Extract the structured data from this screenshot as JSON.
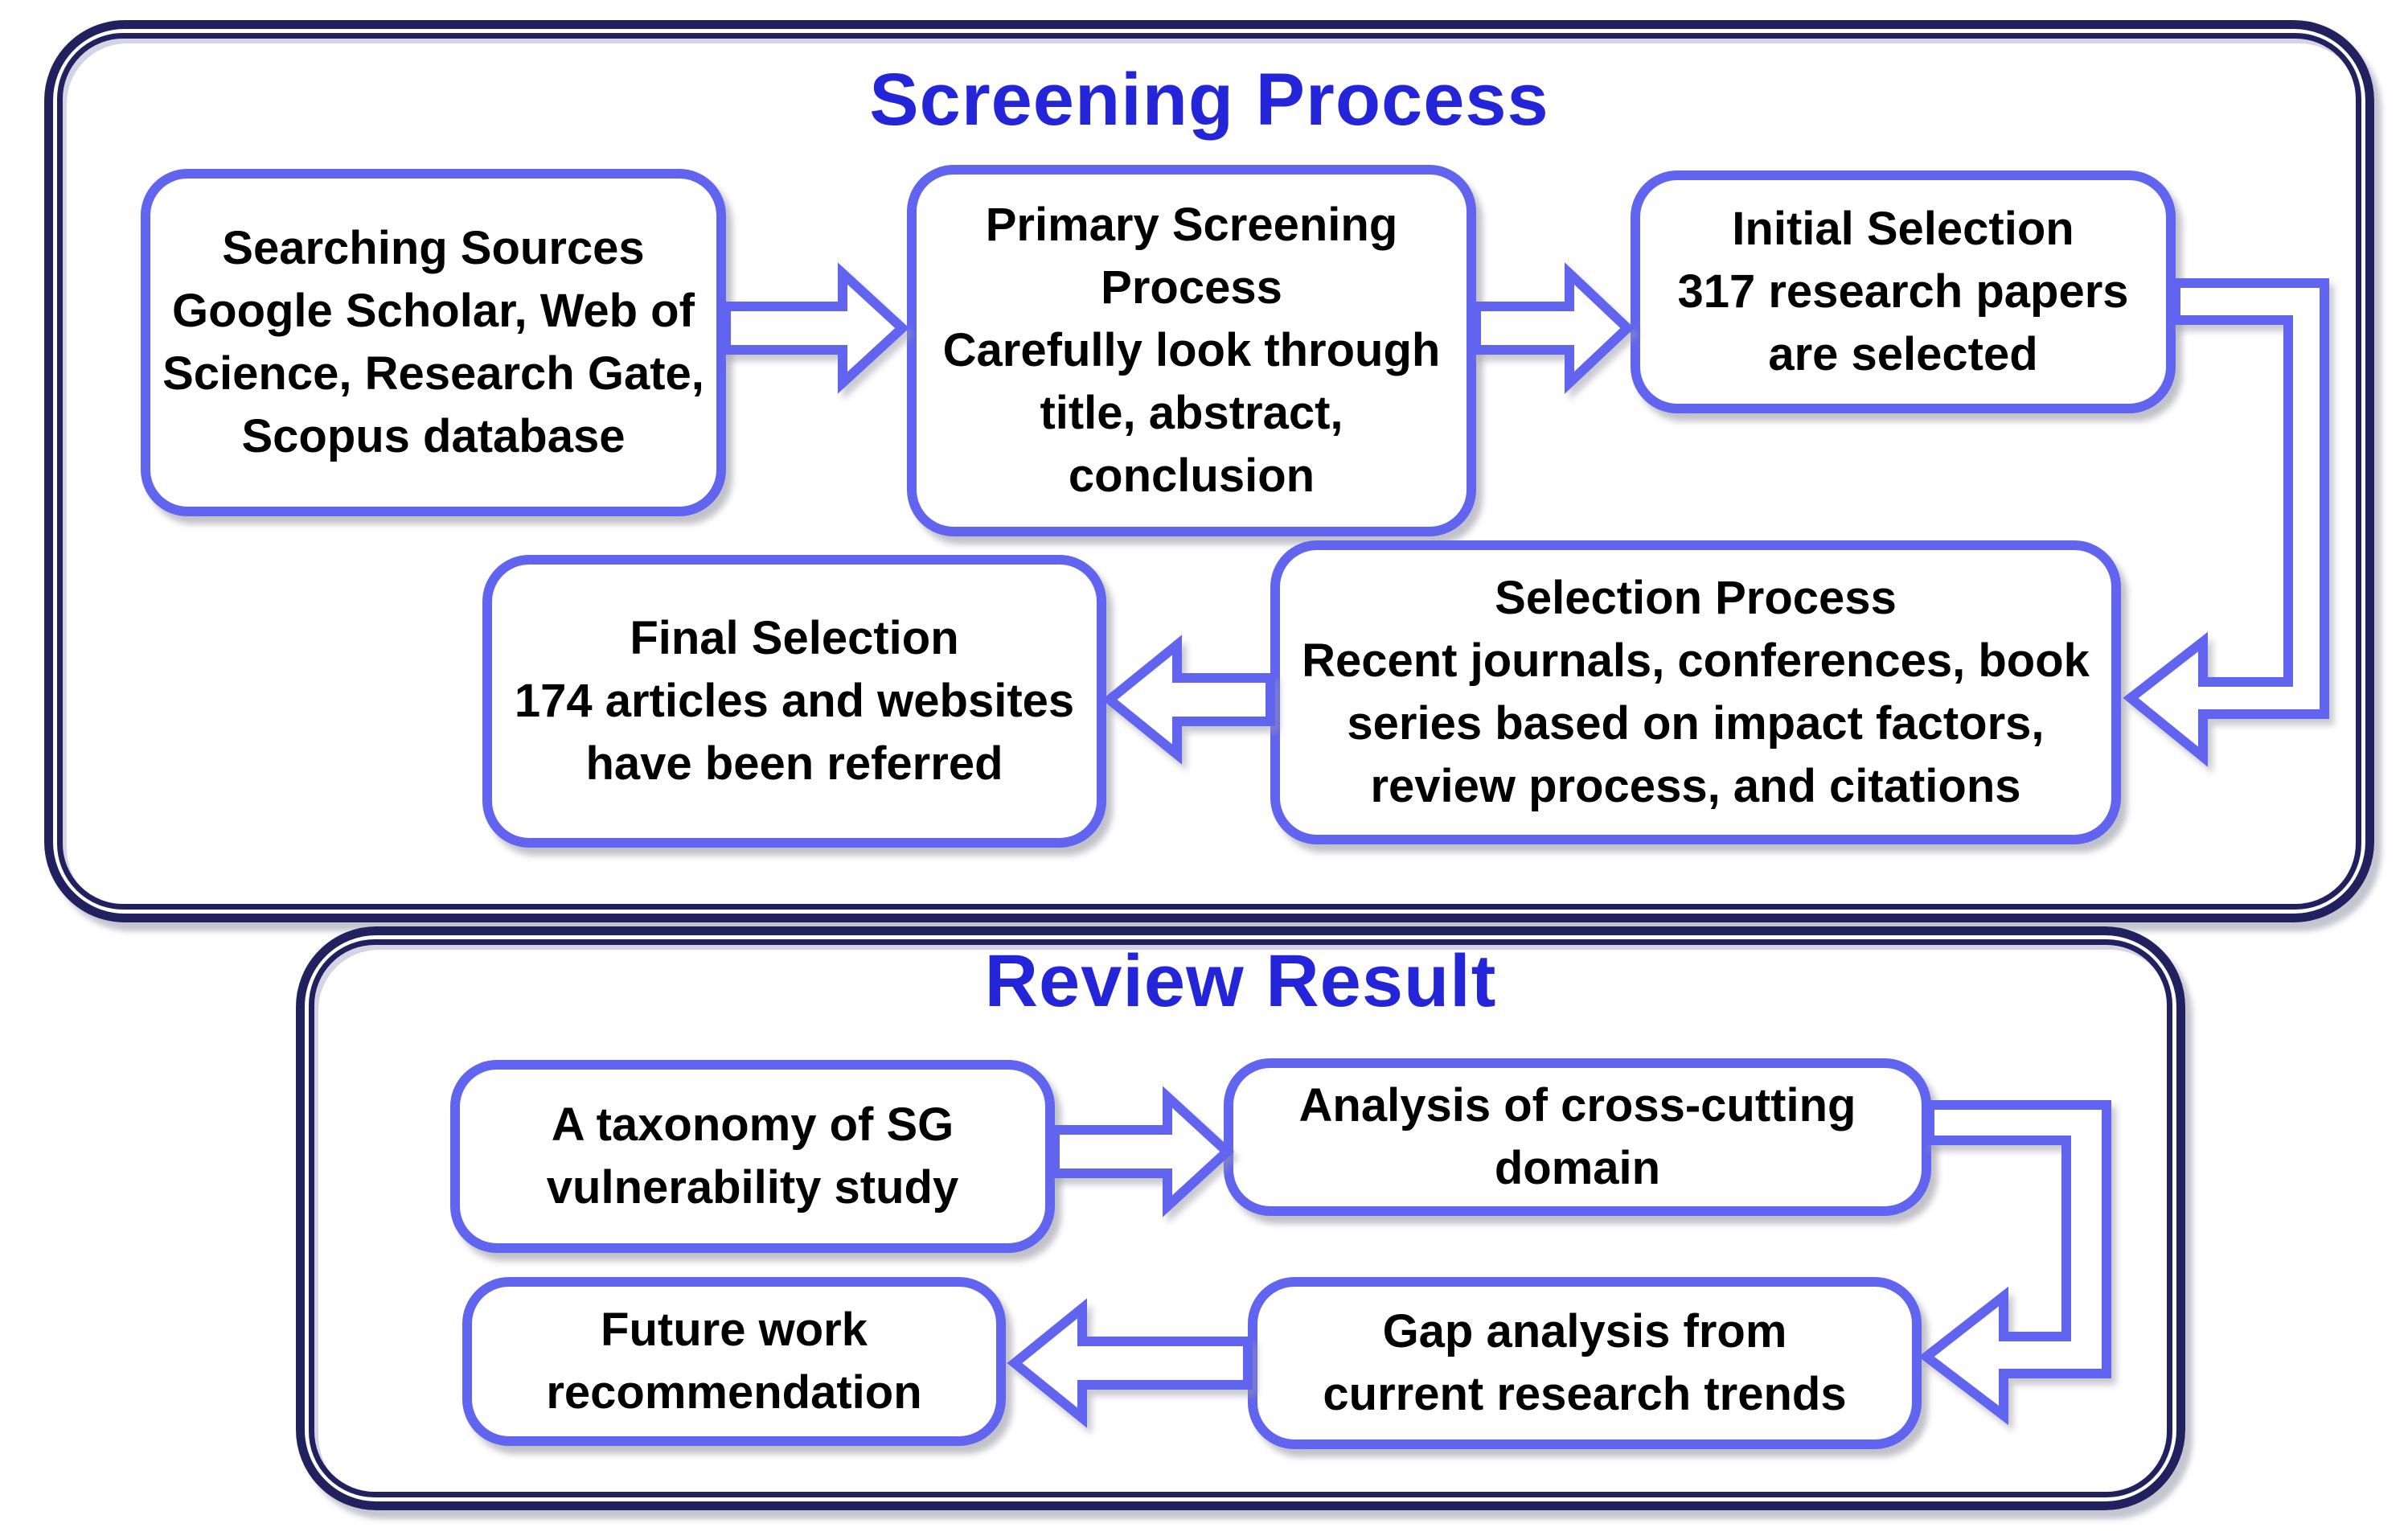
{
  "screening": {
    "title": "Screening Process",
    "boxes": {
      "searching": {
        "lines": [
          "Searching Sources",
          "Google Scholar, Web of",
          "Science, Research Gate,",
          "Scopus database"
        ]
      },
      "primary": {
        "lines": [
          "Primary Screening",
          "Process",
          "Carefully look through",
          "title, abstract,",
          "conclusion"
        ]
      },
      "initial": {
        "lines": [
          "Initial Selection",
          "317 research papers",
          "are selected"
        ]
      },
      "selection": {
        "lines": [
          "Selection Process",
          "Recent journals, conferences, book",
          "series based on impact factors,",
          "review process, and citations"
        ]
      },
      "final": {
        "lines": [
          "Final Selection",
          "174 articles and websites",
          "have been referred"
        ]
      }
    }
  },
  "review": {
    "title": "Review Result",
    "boxes": {
      "taxonomy": {
        "lines": [
          "A taxonomy of SG",
          "vulnerability study"
        ]
      },
      "analysis": {
        "lines": [
          "Analysis of cross-cutting",
          "domain"
        ]
      },
      "gap": {
        "lines": [
          "Gap analysis from",
          "current research trends"
        ]
      },
      "future": {
        "lines": [
          "Future work",
          "recommendation"
        ]
      }
    }
  },
  "arrows": {
    "searching_to_primary": "right-block-arrow",
    "primary_to_initial": "right-block-arrow",
    "initial_to_selection": "elbow-down-left-arrow",
    "selection_to_final": "left-block-arrow",
    "taxonomy_to_analysis": "right-block-arrow",
    "analysis_to_gap": "elbow-down-left-arrow",
    "gap_to_future": "left-block-arrow"
  },
  "colors": {
    "accent": "#6164EF",
    "navy": "#212160",
    "title": "#2424D9",
    "text": "#000000",
    "background": "#FFFFFF"
  }
}
